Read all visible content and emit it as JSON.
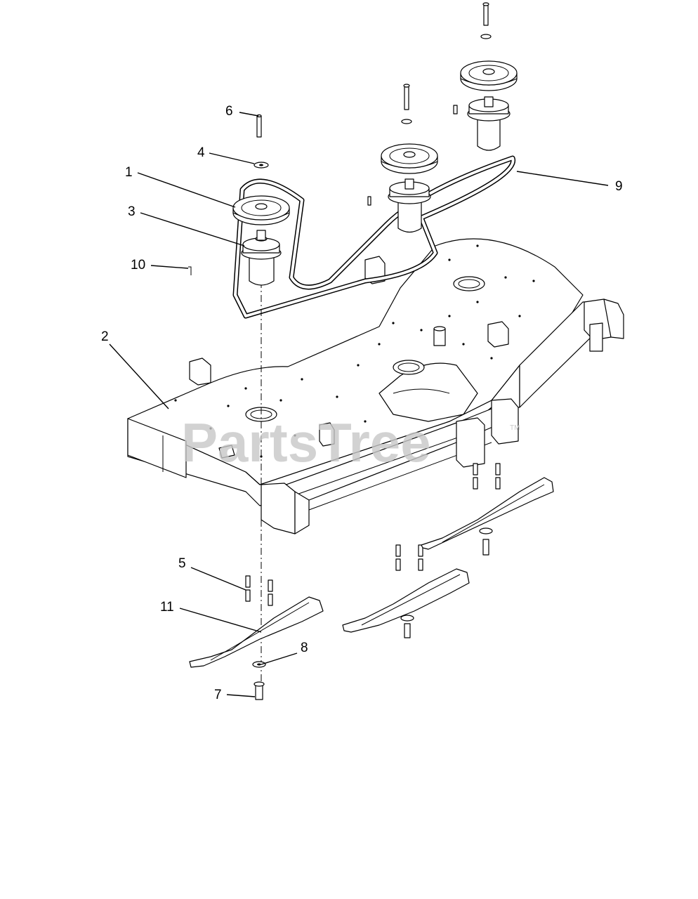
{
  "watermark": {
    "text": "PartsTree",
    "trademark": "TM"
  },
  "callouts": {
    "c1": "1",
    "c2": "2",
    "c3": "3",
    "c4": "4",
    "c5": "5",
    "c6": "6",
    "c7": "7",
    "c8": "8",
    "c9": "9",
    "c10": "10",
    "c11": "11"
  }
}
